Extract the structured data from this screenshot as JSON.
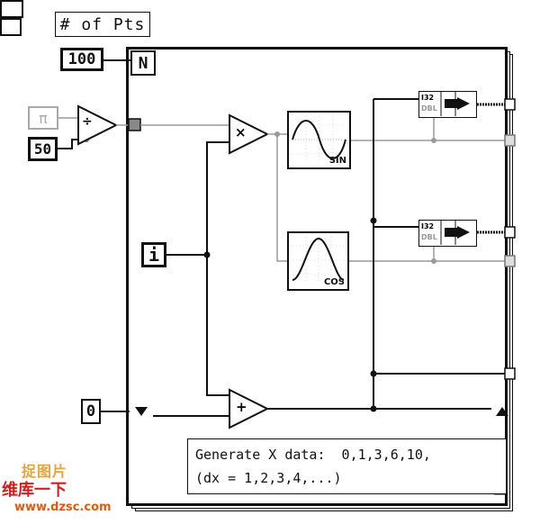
{
  "diagram": {
    "title_label": "# of Pts",
    "pts_constant": "100",
    "count_terminal": "N",
    "pi_constant": "π",
    "divisor_constant": "50",
    "initial_constant": "0",
    "iteration_terminal": "i",
    "multiply_symbol": "×",
    "divide_symbol": "÷",
    "add_symbol": "+",
    "sin_label": "SIN",
    "cos_label": "COS",
    "bundle_i32_label": "I32",
    "bundle_dbl_label": "DBL",
    "comment_line1": "Generate X data:  0,1,3,6,10,",
    "comment_line2": "(dx = 1,2,3,4,...)",
    "wire_color": "#111111",
    "float_wire_color": "#9a9a9a"
  },
  "watermark": {
    "logo_text": "捉图片",
    "brand_text": "维库一下",
    "url": "www.dzsc.com"
  }
}
